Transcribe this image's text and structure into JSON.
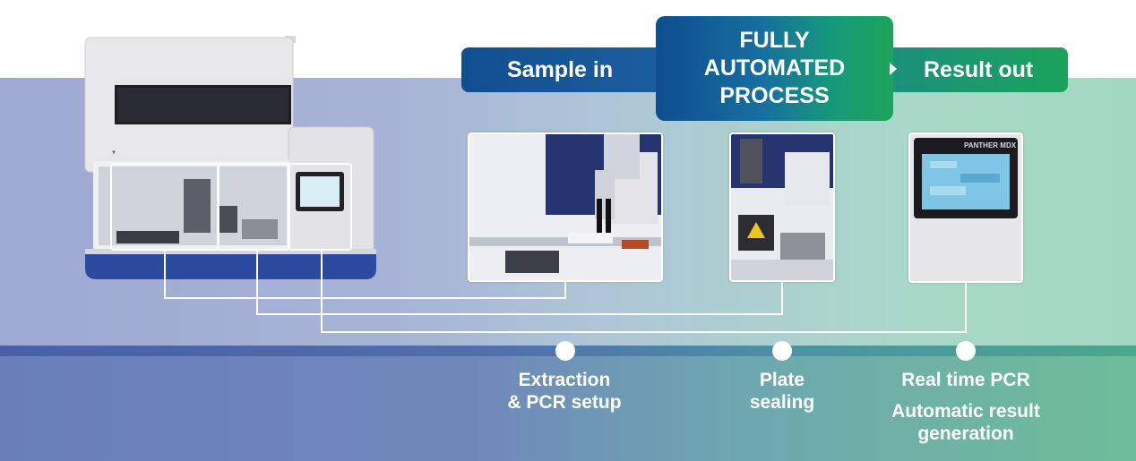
{
  "banner": {
    "step_in": "Sample in",
    "center_lines": [
      "FULLY",
      "AUTOMATED",
      "PROCESS"
    ],
    "step_out": "Result out"
  },
  "instrument": {
    "screen_brand": "PANTHER MDX"
  },
  "stages": [
    {
      "label_lines": [
        "Extraction",
        "& PCR setup"
      ]
    },
    {
      "label_lines": [
        "Plate",
        "sealing"
      ]
    },
    {
      "label_lines": [
        "Real time PCR"
      ]
    },
    {
      "label_lines": [
        "Automatic result",
        "generation"
      ]
    }
  ],
  "colors": {
    "brand_blue": "#114e8f",
    "brand_green": "#1aa35a",
    "instrument_base": "#2b4aa0"
  }
}
